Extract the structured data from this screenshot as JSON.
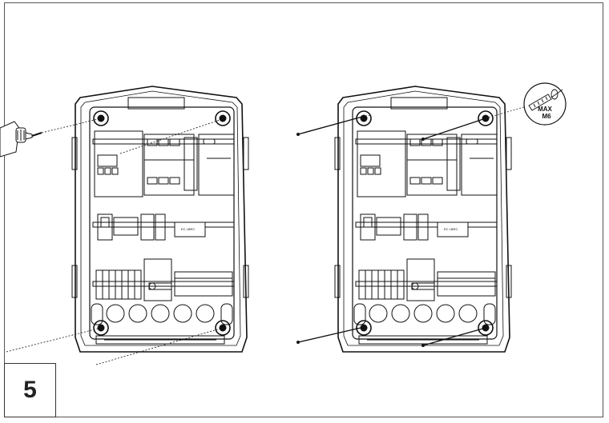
{
  "step": {
    "number": "5"
  },
  "callout": {
    "line1": "MAX",
    "line2": "M6"
  },
  "module_labels": {
    "left": "EC LBRC",
    "right": "EC LBRC"
  },
  "icons": [
    "drill-icon",
    "screw-icon",
    "wall-plug-icon"
  ],
  "colors": {
    "stroke": "#111111",
    "background": "#ffffff",
    "frame": "#555555"
  }
}
